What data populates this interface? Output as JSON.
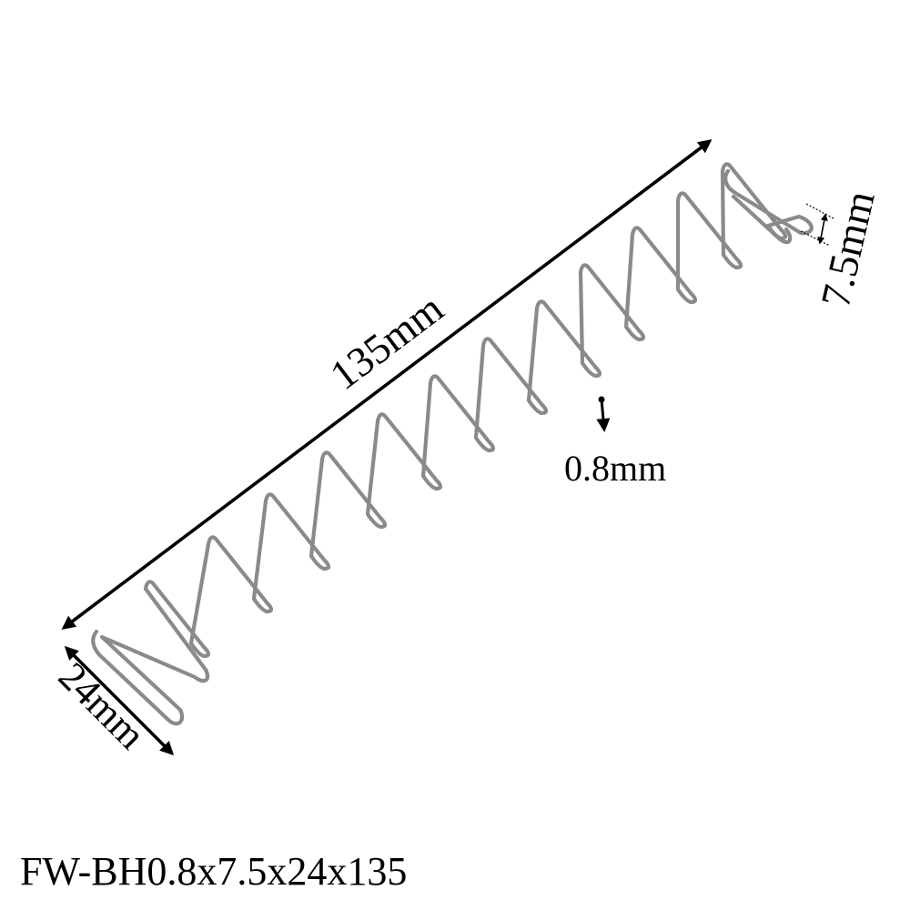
{
  "diagram": {
    "subject": "wire spring",
    "dimensions": {
      "length": "135mm",
      "width": "24mm",
      "height": "7.5mm",
      "wire_diameter": "0.8mm"
    },
    "caption": "FW-BH0.8x7.5x24x135"
  },
  "colors": {
    "wire": "#8a8a8a",
    "dimension_line": "#000000",
    "background": "#ffffff"
  }
}
